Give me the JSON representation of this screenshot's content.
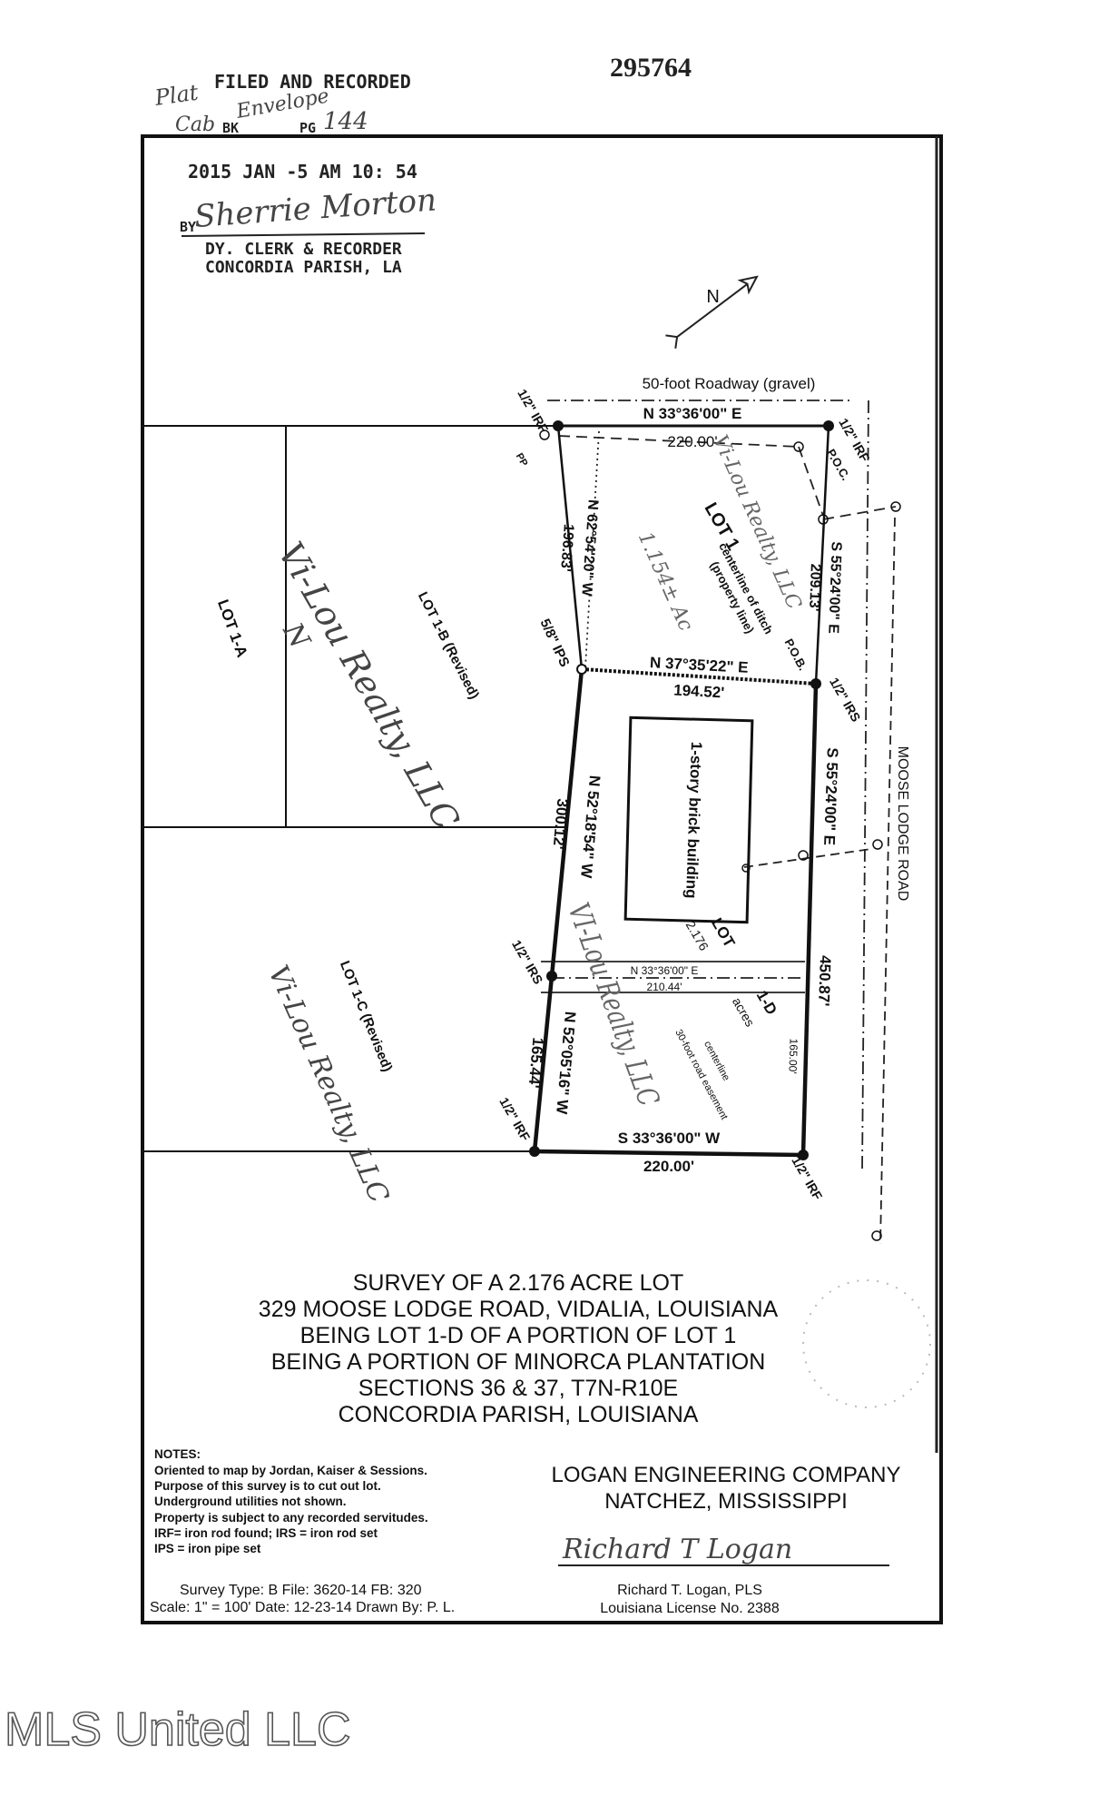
{
  "header": {
    "document_number": "295764",
    "filed_and_recorded": "FILED AND RECORDED",
    "handwritten_note_1": "Plat",
    "handwritten_note_2": "Envelope",
    "handwritten_note_3": "Cab",
    "book_label": "BK",
    "page_label": "PG",
    "page_number": "144",
    "stamp_datetime": "2015 JAN -5  AM 10: 54",
    "by_label": "BY",
    "clerk_signature": "Sherrie Morton",
    "clerk_title": "DY. CLERK & RECORDER",
    "clerk_parish": "CONCORDIA PARISH, LA"
  },
  "plat": {
    "roadway": "50-foot   Roadway   (gravel)",
    "top_bearing": "N 33°36'00\" E",
    "top_distance": "220.00'",
    "nw_corner": "1/2\" IRF",
    "pp": "PP",
    "ne_corner": "1/2\" IRF",
    "poc": "P.O.C.",
    "lot1_west_bearing": "N 62°54'20\" W",
    "lot1_west_distance": "196.83'",
    "ips": "5/8\" IPS",
    "lot1_label": "LOT 1",
    "ditch_centerline": "centerline of ditch",
    "ditch_property_line": "(property line)",
    "pob": "P.O.B.",
    "lot1_east_bearing": "S 55°24'00\" E",
    "lot1_east_distance": "209.13'",
    "lot1_south_bearing": "N 37°35'22\" E",
    "lot1_south_distance": "194.52'",
    "pob_corner": "1/2\" IRS",
    "west_bearing": "N 52°18'54\" W",
    "west_distance": "300.12'",
    "building": "1-story brick building",
    "east_bearing": "S 55°24'00\" E",
    "road_name": "MOOSE   LODGE   ROAD",
    "lot1d_lot": "LOT",
    "lot1d_id": "1-D",
    "lot1d_acreage": "2.176",
    "lot1d_acres": "acres",
    "west_irs": "1/2\" IRS",
    "easement_bearing": "N 33°36'00\" E",
    "easement_distance": "210.44'",
    "east_distance": "450.87'",
    "easement_centerline": "centerline",
    "easement_label": "30-foot road easement",
    "easement_offset": "165.00'",
    "sw_bearing": "N 52°05'16\" W",
    "sw_distance": "165.44'",
    "sw_corner": "1/2\" IRF",
    "south_bearing": "S 33°36'00\" W",
    "south_distance": "220.00'",
    "se_corner": "1/2\" IRF",
    "lot_1a": "LOT 1-A",
    "lot_1b": "LOT 1-B (Revised)",
    "lot_1c": "LOT 1-C (Revised)",
    "north_arrow_label": "N"
  },
  "handwritten": {
    "owner_1b": "Vi-Lou Realty, LLC",
    "owner_1c": "Vi-Lou Realty, LLC",
    "owner_lot1": "Vi-Lou Realty, LLC",
    "owner_1d": "VI-Lou Realty, LLC",
    "lot1_acreage": "1.154± Ac",
    "mark_1b": "N"
  },
  "title_block": {
    "lines": [
      "SURVEY OF A 2.176 ACRE LOT",
      "329 MOOSE LODGE ROAD, VIDALIA, LOUISIANA",
      "BEING LOT 1-D OF A PORTION OF LOT 1",
      "BEING A PORTION OF MINORCA PLANTATION",
      "SECTIONS 36 & 37, T7N-R10E",
      "CONCORDIA PARISH, LOUISIANA"
    ]
  },
  "notes": {
    "heading": "NOTES:",
    "items": [
      "Oriented to map by Jordan, Kaiser & Sessions.",
      "Purpose of this survey is to cut out lot.",
      "Underground utilities not shown.",
      "Property is subject to any recorded servitudes.",
      "IRF= iron rod found; IRS = iron rod set",
      "IPS = iron pipe set"
    ]
  },
  "survey_info": {
    "line1": "Survey Type:  B    File: 3620-14  FB: 320",
    "line2": "Scale:  1\" = 100'   Date: 12-23-14  Drawn By: P. L."
  },
  "company": {
    "name": "LOGAN ENGINEERING COMPANY",
    "location": "NATCHEZ, MISSISSIPPI",
    "signature": "Richard T Logan",
    "surveyor": "Richard T. Logan, PLS",
    "license": "Louisiana License No. 2388"
  },
  "watermark": "MLS United LLC"
}
